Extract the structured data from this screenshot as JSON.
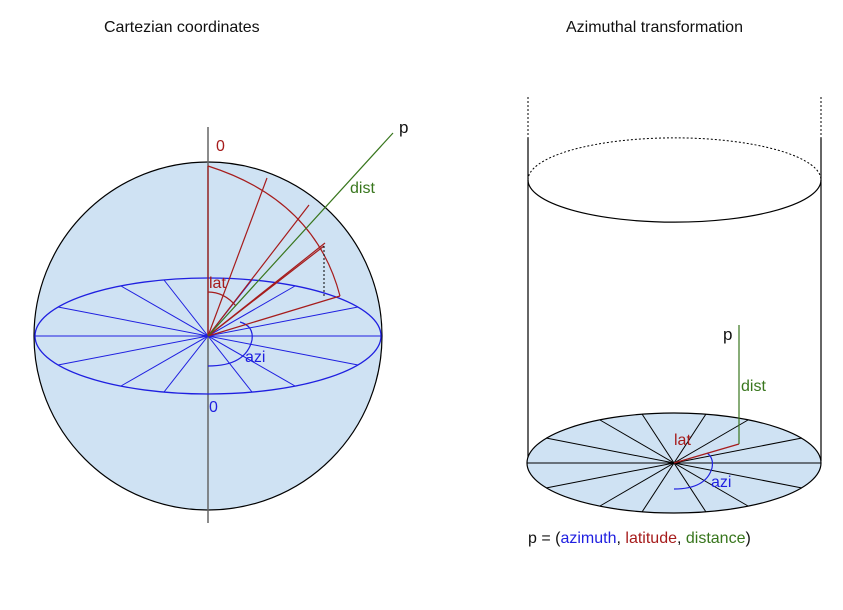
{
  "left_panel": {
    "title": "Cartezian coordinates",
    "labels": {
      "point": "p",
      "dist": "dist",
      "lat": "lat",
      "azi": "azi",
      "zero_top": "0",
      "zero_bottom": "0"
    }
  },
  "right_panel": {
    "title": "Azimuthal transformation",
    "labels": {
      "point": "p",
      "dist": "dist",
      "lat": "lat",
      "azi": "azi"
    }
  },
  "formula": {
    "prefix": "p = (",
    "azimuth": "azimuth",
    "sep1": ", ",
    "latitude": "latitude",
    "sep2": ", ",
    "distance": "distance",
    "suffix": ")"
  },
  "colors": {
    "sphere_fill": "#cfe2f3",
    "outline": "#000000",
    "axis": "#666666",
    "azimuth_blue": "#1f1fe0",
    "latitude_red": "#a61c1c",
    "distance_green": "#38761d"
  }
}
